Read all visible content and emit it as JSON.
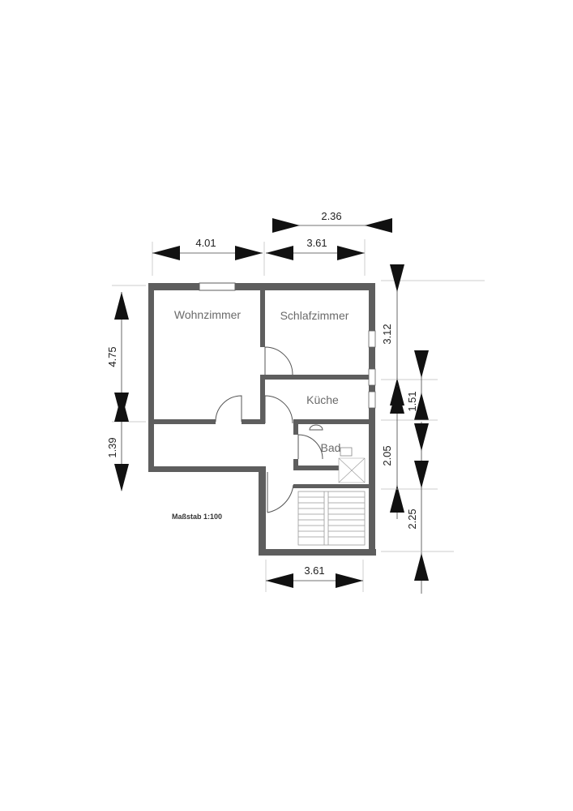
{
  "plan": {
    "rooms": {
      "wohnzimmer": "Wohnzimmer",
      "schlafzimmer": "Schlafzimmer",
      "kueche": "Küche",
      "bad": "Bad"
    },
    "scale": "Maßstab 1:100",
    "dimensions": {
      "top_right_width": "2.36",
      "top_left_width": "4.01",
      "top_middle_width": "3.61",
      "left_upper_height": "4.75",
      "left_lower_height": "1.39",
      "right_schlafzimmer_height": "3.12",
      "right_kueche_height": "1.51",
      "right_bad_height": "2.05",
      "right_stair_height": "2.25",
      "bottom_width": "3.61"
    }
  }
}
